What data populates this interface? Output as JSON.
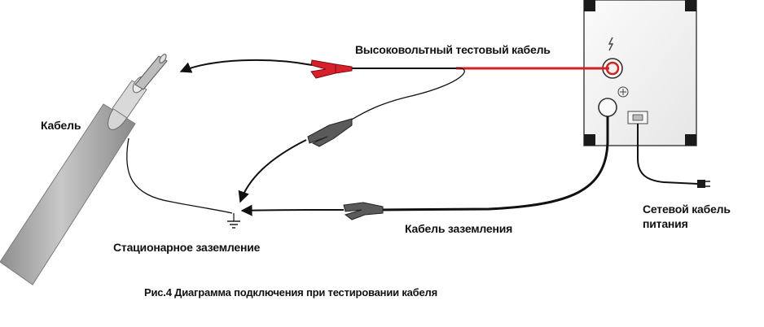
{
  "labels": {
    "cable": "Кабель",
    "hv_cable": "Высоковольтный тестовый кабель",
    "stationary_ground": "Стационарное заземление",
    "ground_cable": "Кабель заземления",
    "power_cable_line1": "Сетевой кабель",
    "power_cable_line2": "питания",
    "caption": "Рис.4 Диаграмма подключения при тестировании кабеля"
  },
  "icons": {
    "hv_symbol": "high-voltage-icon",
    "ground_symbol": "ground-icon",
    "plus_symbol": "plus-icon",
    "power_socket": "power-socket-icon"
  },
  "colors": {
    "hv_wire": "#d42020",
    "wire": "#111111",
    "red_clip": "#d8202a",
    "grey_clip": "#5a5a5a",
    "device_body": "#f3f3f3",
    "cable_body": "#a9a9a9"
  }
}
